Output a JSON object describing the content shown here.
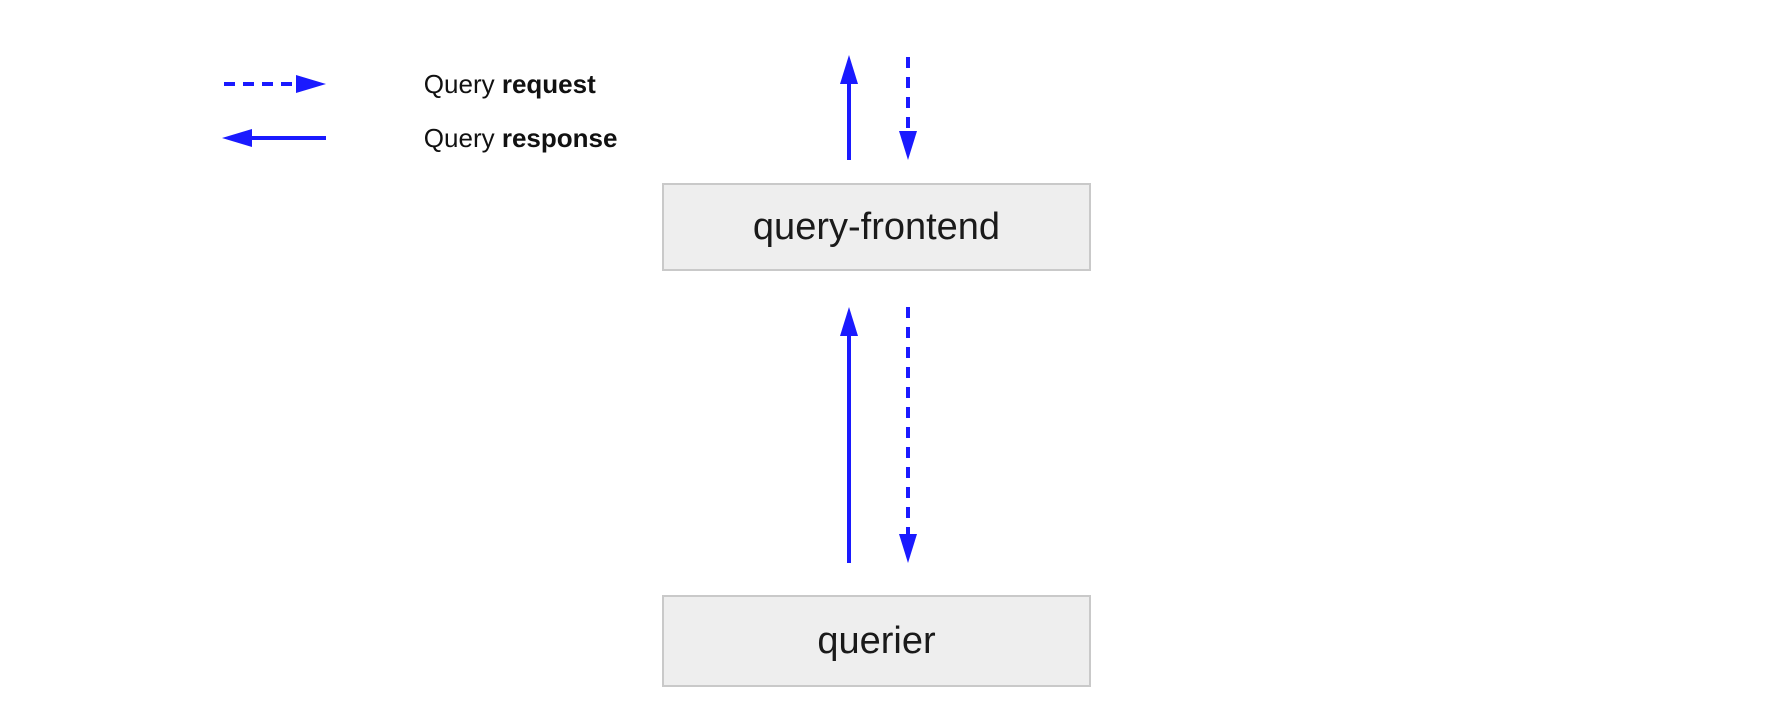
{
  "diagram": {
    "legend": {
      "request": {
        "prefix": "Query ",
        "bold": "request"
      },
      "response": {
        "prefix": "Query ",
        "bold": "response"
      }
    },
    "nodes": {
      "query_frontend": {
        "label": "query-frontend"
      },
      "querier": {
        "label": "querier"
      }
    },
    "colors": {
      "arrow": "#1a1aff",
      "node_fill": "#eeeeee",
      "node_border": "#c9c9c9",
      "text": "#1a1a1a",
      "background": "#ffffff"
    }
  }
}
